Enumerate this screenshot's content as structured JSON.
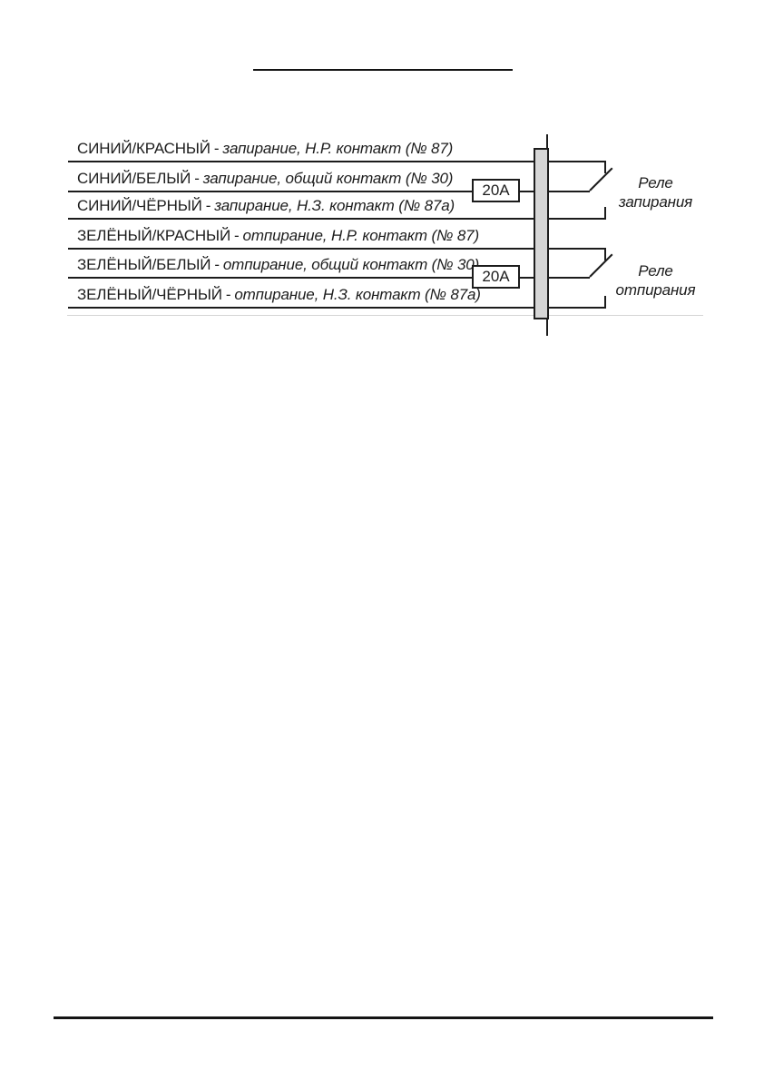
{
  "diagram": {
    "wires": [
      {
        "color_name": "СИНИЙ/КРАСНЫЙ",
        "separator": "-",
        "function": "запирание, Н.Р. контакт (№ 87)"
      },
      {
        "color_name": "СИНИЙ/БЕЛЫЙ",
        "separator": "-",
        "function": "запирание, общий контакт (№ 30)"
      },
      {
        "color_name": "СИНИЙ/ЧЁРНЫЙ",
        "separator": "-",
        "function": "запирание, Н.З. контакт (№ 87а)"
      },
      {
        "color_name": "ЗЕЛЁНЫЙ/КРАСНЫЙ",
        "separator": "-",
        "function": "отпирание, Н.Р. контакт (№ 87)"
      },
      {
        "color_name": "ЗЕЛЁНЫЙ/БЕЛЫЙ",
        "separator": "-",
        "function": "отпирание, общий контакт (№ 30)"
      },
      {
        "color_name": "ЗЕЛЁНЫЙ/ЧЁРНЫЙ",
        "separator": "-",
        "function": "отпирание, Н.З. контакт (№ 87а)"
      }
    ],
    "fuses": [
      {
        "label": "20А"
      },
      {
        "label": "20А"
      }
    ],
    "relays": [
      {
        "name_line1": "Реле",
        "name_line2": "запирания"
      },
      {
        "name_line1": "Реле",
        "name_line2": "отпирания"
      }
    ],
    "colors": {
      "ink": "#1c1c1c",
      "connector_fill": "#d6d6d6",
      "page_background": "#ffffff"
    }
  }
}
